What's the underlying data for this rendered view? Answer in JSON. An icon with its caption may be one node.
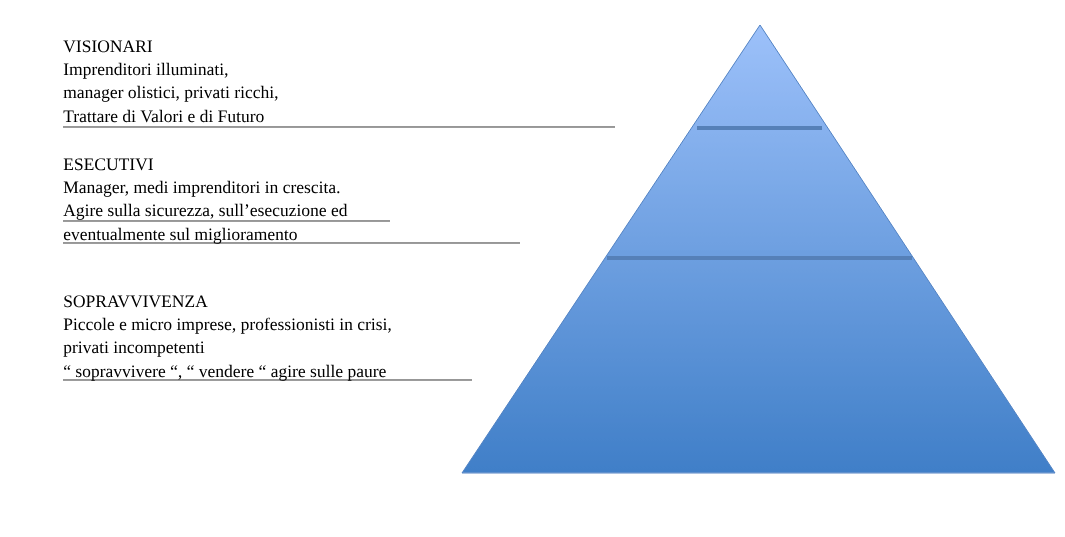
{
  "diagram": {
    "labels": [
      "VISIONARI",
      "Imprenditori illuminati,",
      "manager olistici, privati ricchi,",
      "Trattare di Valori e di Futuro",
      "ESECUTIVI",
      "Manager, medi imprenditori in crescita.",
      "Agire sulla sicurezza, sull’esecuzione ed",
      "eventualmente sul miglioramento",
      "SOPRAVVIVENZA",
      "Piccole e micro imprese, professionisti in crisi,",
      "privati incompetenti",
      "“ sopravvivere “, “ vendere “ agire sulle paure"
    ]
  }
}
